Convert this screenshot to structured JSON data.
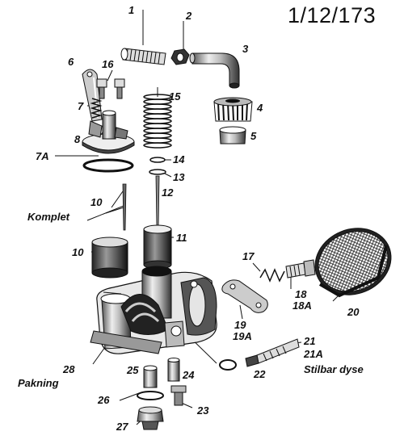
{
  "diagram": {
    "page_ref": "1/12/173",
    "parts": {
      "p1": "1",
      "p2": "2",
      "p3": "3",
      "p4": "4",
      "p5": "5",
      "p6": "6",
      "p7": "7",
      "p7a": "7A",
      "p8": "8",
      "p10a": "10",
      "p10b": "10",
      "p11": "11",
      "p12": "12",
      "p13": "13",
      "p14": "14",
      "p15": "15",
      "p16": "16",
      "p17": "17",
      "p18": "18",
      "p18a": "18A",
      "p19": "19",
      "p19a": "19A",
      "p20": "20",
      "p21": "21",
      "p21a": "21A",
      "p22": "22",
      "p23": "23",
      "p24": "24",
      "p25": "25",
      "p26": "26",
      "p27": "27",
      "p28": "28"
    },
    "notes": {
      "komplet": "Komplet",
      "pakning": "Pakning",
      "stilbar": "Stilbar dyse"
    }
  }
}
